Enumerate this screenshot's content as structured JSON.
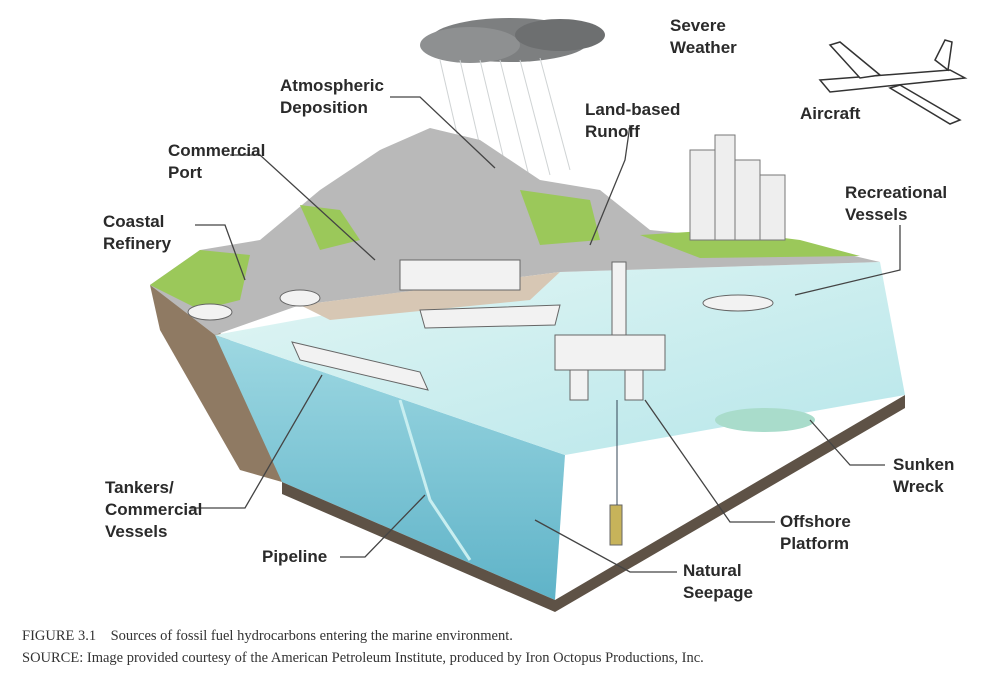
{
  "labels": {
    "severe_weather": [
      "Severe",
      "Weather"
    ],
    "atmospheric_deposition": [
      "Atmospheric",
      "Deposition"
    ],
    "land_based_runoff": [
      "Land-based",
      "Runoff"
    ],
    "aircraft": "Aircraft",
    "commercial_port": [
      "Commercial",
      "Port"
    ],
    "recreational_vessels": [
      "Recreational",
      "Vessels"
    ],
    "coastal_refinery": [
      "Coastal",
      "Refinery"
    ],
    "sunken_wreck": [
      "Sunken",
      "Wreck"
    ],
    "tankers": [
      "Tankers/",
      "Commercial",
      "Vessels"
    ],
    "offshore_platform": [
      "Offshore",
      "Platform"
    ],
    "pipeline": "Pipeline",
    "natural_seepage": [
      "Natural",
      "Seepage"
    ]
  },
  "caption": {
    "figure": "FIGURE 3.1    Sources of fossil fuel hydrocarbons entering the marine environment.",
    "source": "SOURCE: Image provided courtesy of the American Petroleum Institute, produced by Iron Octopus Productions, Inc."
  },
  "colors": {
    "water_top": "#c9eef0",
    "water_side": "#7cc6d6",
    "land": "#9bc85a",
    "rock": "#b9b9b9",
    "earth": "#6b5a48"
  }
}
